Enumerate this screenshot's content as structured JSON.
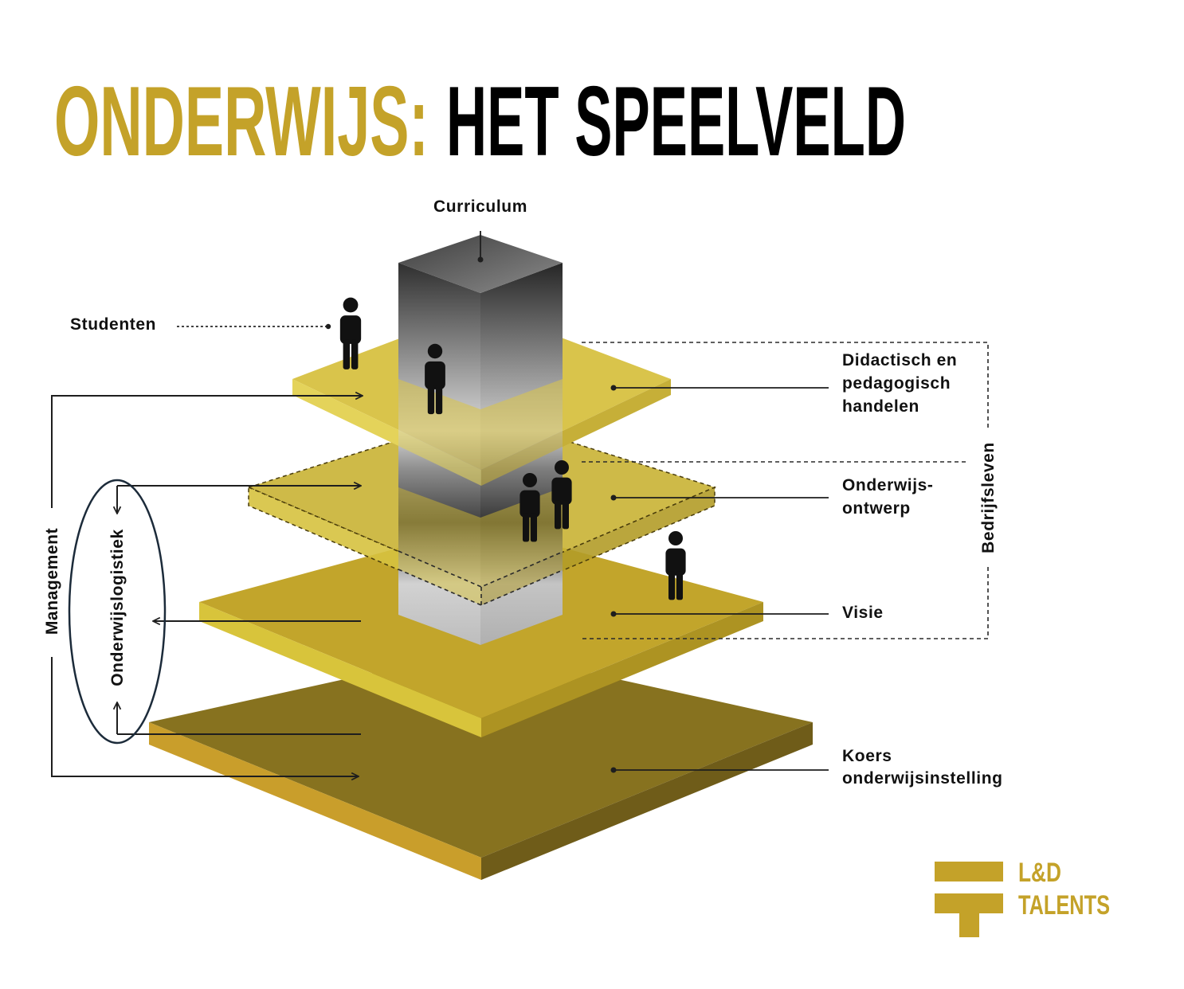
{
  "title": {
    "accent": "ONDERWIJS:",
    "main": "HET SPEELVELD"
  },
  "diagram": {
    "column_label": "Curriculum",
    "students_label": "Studenten",
    "layers": [
      {
        "label_lines": [
          "Didactisch en",
          "pedagogisch",
          "handelen"
        ]
      },
      {
        "label_lines": [
          "Onderwijs-",
          "ontwerp"
        ]
      },
      {
        "label_lines": [
          "Visie"
        ]
      },
      {
        "label_lines": [
          "Koers",
          "onderwijsinstelling"
        ]
      }
    ],
    "right_bracket_label": "Bedrijfsleven",
    "left_outer_label": "Management",
    "left_inner_label": "Onderwijslogistiek",
    "figure_icon": "person-icon"
  },
  "logo": {
    "line1": "L&D",
    "line2": "TALENTS"
  },
  "colors": {
    "accent_gold": "#C4A229",
    "title_black": "#000000",
    "highlight_ellipse": "#1C2B3A"
  }
}
